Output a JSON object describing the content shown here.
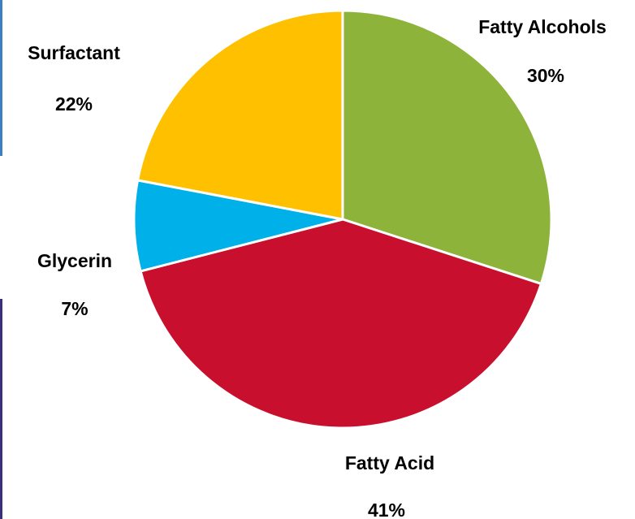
{
  "chart_data": {
    "type": "pie",
    "title": "",
    "start_angle_deg": 0,
    "direction": "clockwise",
    "slices": [
      {
        "label": "Fatty Alcohols",
        "value": 30,
        "display": "30%",
        "color": "#8db33a"
      },
      {
        "label": "Fatty Acid",
        "value": 41,
        "display": "41%",
        "color": "#c8102e"
      },
      {
        "label": "Glycerin",
        "value": 7,
        "display": "7%",
        "color": "#00b0e8"
      },
      {
        "label": "Surfactant",
        "value": 22,
        "display": "22%",
        "color": "#ffc000"
      }
    ]
  }
}
